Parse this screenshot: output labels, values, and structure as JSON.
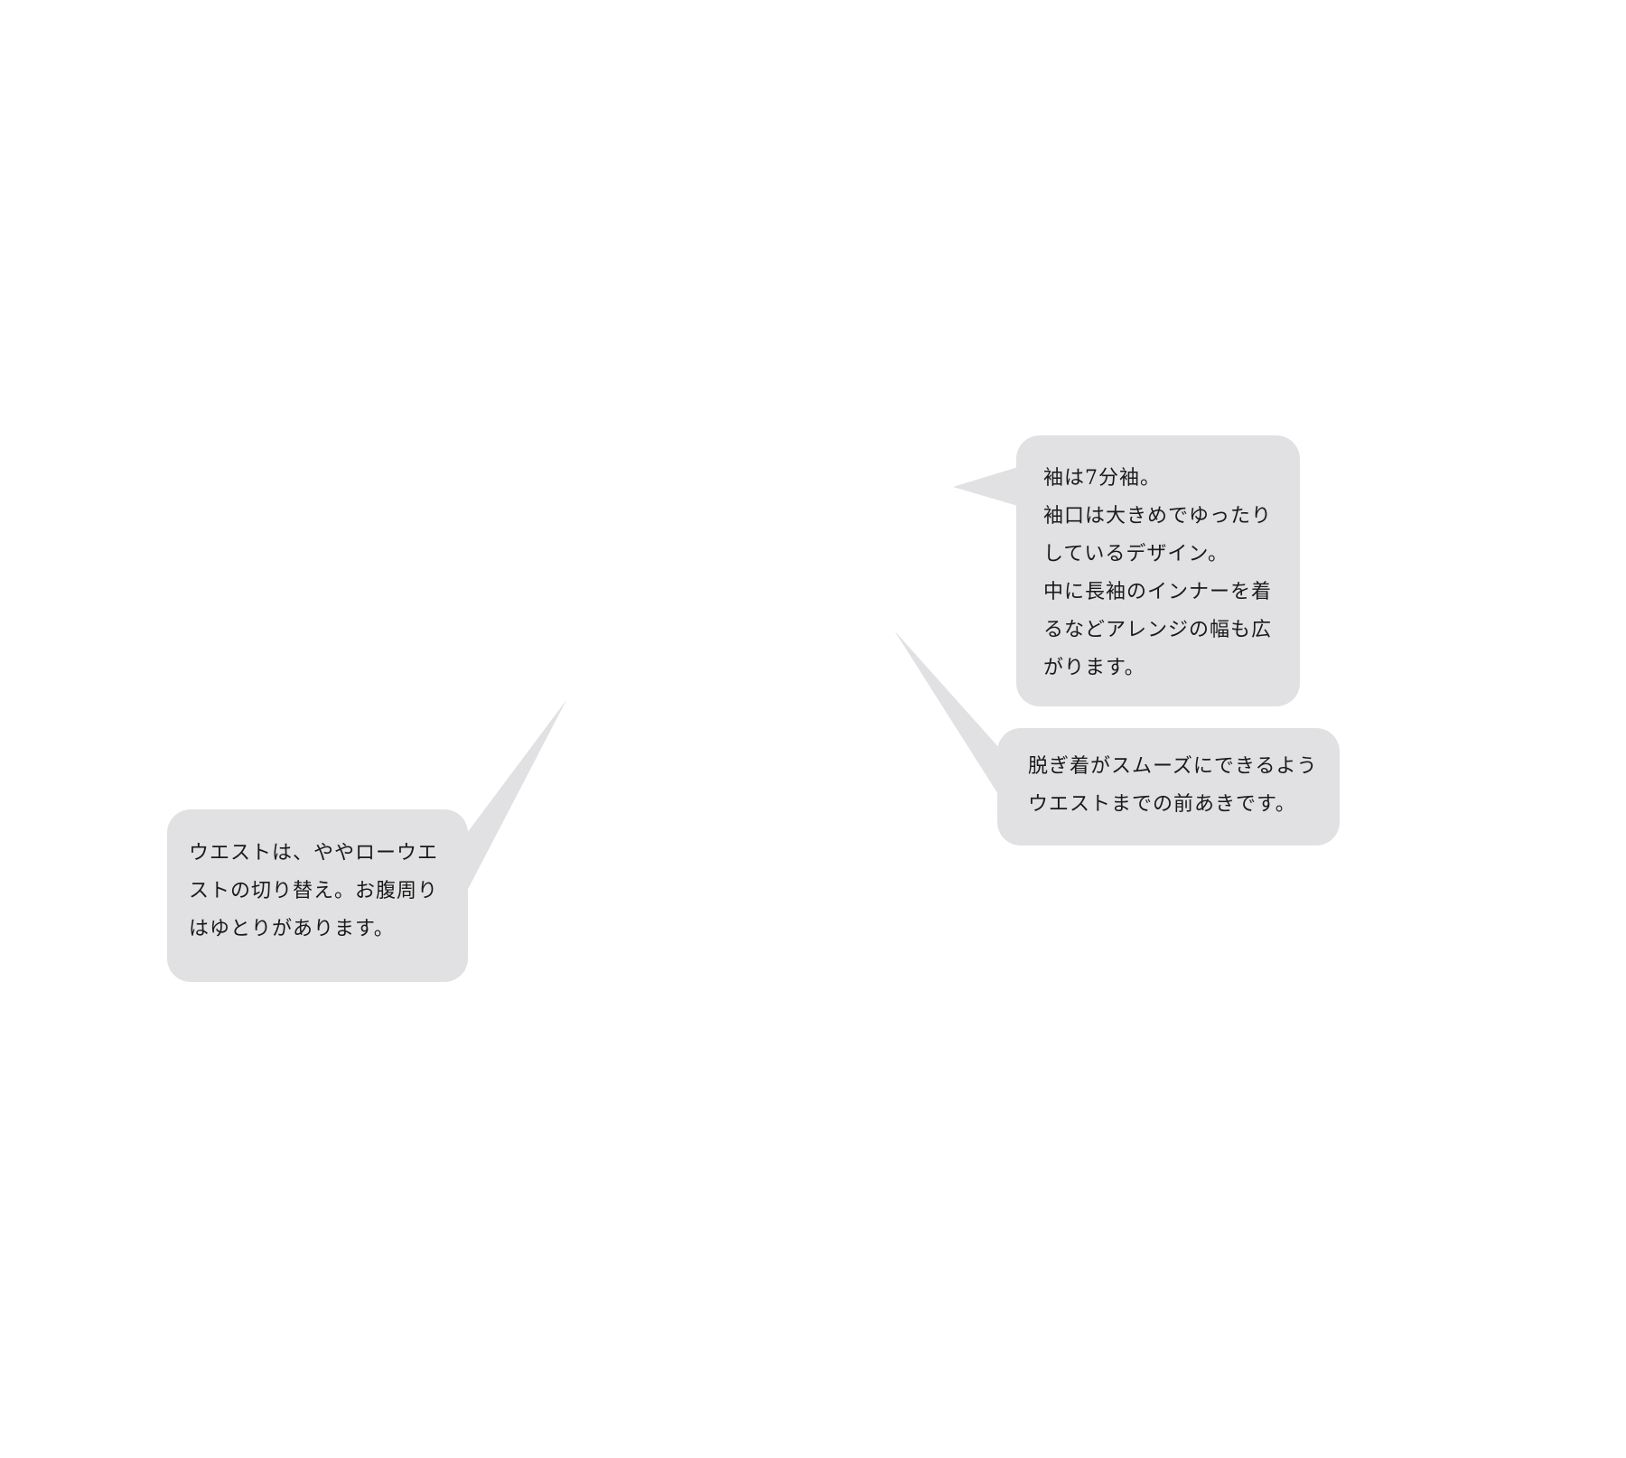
{
  "bubbles": {
    "sleeve": {
      "lines": [
        "袖は7分袖。",
        "袖口は大きめでゆったり",
        "しているデザイン。",
        "中に長袖のインナーを着",
        "るなどアレンジの幅も広",
        "がります。"
      ]
    },
    "front_opening": {
      "lines": [
        "脱ぎ着がスムーズにできるよう",
        "ウエストまでの前あきです。"
      ]
    },
    "waist": {
      "lines": [
        "ウエストは、ややローウエ",
        "ストの切り替え。お腹周り",
        "はゆとりがあります。"
      ]
    }
  },
  "colors": {
    "bubble": "#e1e1e3",
    "background": "#ffffff"
  }
}
